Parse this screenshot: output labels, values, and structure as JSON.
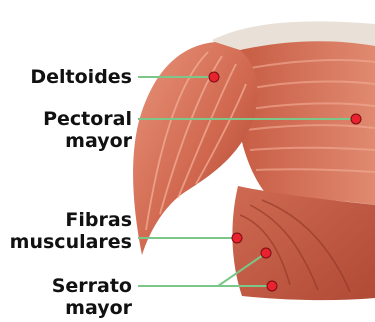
{
  "labels": {
    "deltoides": "Deltoides",
    "pectoral_line1": "Pectoral",
    "pectoral_line2": "mayor",
    "fibras_line1": "Fibras",
    "fibras_line2": "musculares",
    "serrato_line1": "Serrato",
    "serrato_line2": "mayor"
  },
  "colors": {
    "leader_line": "#7cc68a",
    "marker_dot": "#e8222e",
    "muscle_base": "#d0674e",
    "muscle_light": "#e8957c",
    "muscle_dark": "#a8402e",
    "tendon": "#e9e1d8"
  }
}
